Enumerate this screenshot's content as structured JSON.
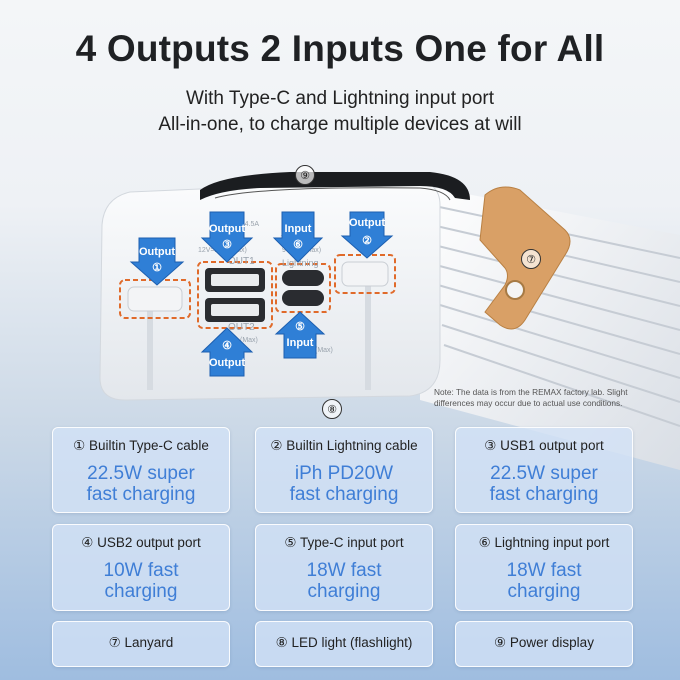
{
  "header": {
    "title": "4 Outputs 2 Inputs One for All",
    "subtitle_line1": "With Type-C and Lightning input port",
    "subtitle_line2": "All-in-one, to charge multiple devices at will"
  },
  "device": {
    "callouts": {
      "power_display": "⑨",
      "led_light": "⑧",
      "lanyard": "⑦"
    },
    "arrows": {
      "output1": {
        "label": "Output",
        "number": "①"
      },
      "output2": {
        "label": "Output",
        "number": "②"
      },
      "output3": {
        "label": "Output",
        "number": "③"
      },
      "output4": {
        "label": "Output",
        "number": "④"
      },
      "input5": {
        "label": "Input",
        "number": "⑤"
      },
      "input6": {
        "label": "Input",
        "number": "⑥"
      }
    },
    "port_labels": {
      "usb1": "OUT1",
      "usb2": "OUT2",
      "lightning": "Lightning"
    },
    "note": "Note: The data is from the REMAX factory lab. Slight differences may occur due to actual use conditions."
  },
  "cards": [
    {
      "title": "① Builtin Type-C cable",
      "value": "22.5W super\nfast charging"
    },
    {
      "title": "② Builtin Lightning cable",
      "value": "iPh PD20W\nfast charging"
    },
    {
      "title": "③ USB1 output port",
      "value": "22.5W super\nfast charging"
    },
    {
      "title": "④ USB2 output port",
      "value": "10W fast\ncharging"
    },
    {
      "title": "⑤ Type-C input port",
      "value": "18W fast\ncharging"
    },
    {
      "title": "⑥ Lightning input port",
      "value": "18W fast\ncharging"
    },
    {
      "title": "⑦ Lanyard",
      "value": ""
    },
    {
      "title": "⑧ LED light (flashlight)",
      "value": ""
    },
    {
      "title": "⑨ Power display",
      "value": ""
    }
  ],
  "colors": {
    "arrow_blue": "#2f7fd6",
    "highlight_orange": "#e06a2a",
    "lanyard_tan": "#d9a066",
    "value_blue": "#3f7ed6"
  }
}
